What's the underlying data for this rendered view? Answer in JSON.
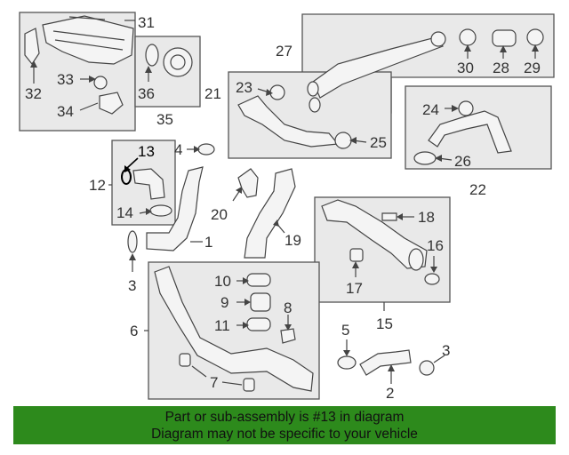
{
  "diagram": {
    "labels": [
      "31",
      "32",
      "33",
      "34",
      "35",
      "36",
      "27",
      "30",
      "28",
      "29",
      "21",
      "23",
      "25",
      "22",
      "24",
      "26",
      "12",
      "13",
      "14",
      "4",
      "1",
      "3",
      "20",
      "19",
      "18",
      "16",
      "17",
      "15",
      "10",
      "9",
      "11",
      "8",
      "6",
      "7",
      "5",
      "2"
    ]
  },
  "banner": {
    "line1": "Part or sub-assembly is #13 in diagram",
    "line2": "Diagram may not be specific to your vehicle"
  },
  "colors": {
    "banner_bg": "#2d8a1c",
    "highlight": "#000000",
    "line": "#444444",
    "box_fill": "#e9e9e9"
  }
}
